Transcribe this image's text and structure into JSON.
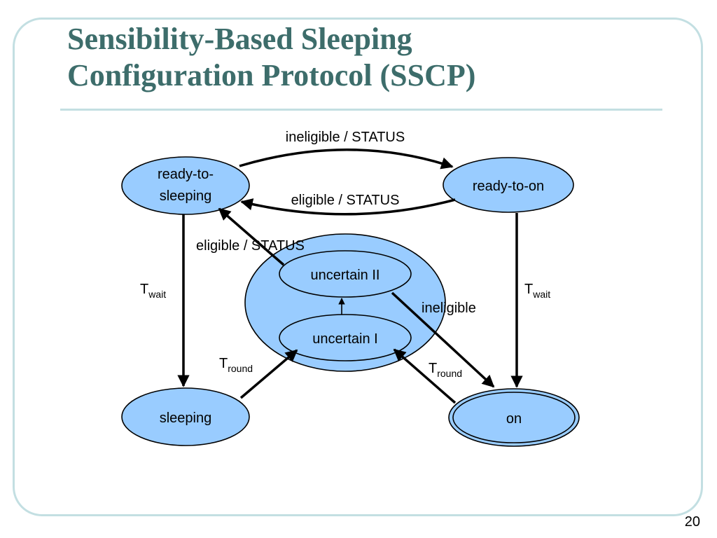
{
  "slide": {
    "title_line1": "Sensibility-Based Sleeping",
    "title_line2": "Configuration Protocol (SSCP)",
    "page_number": "20"
  },
  "states": {
    "ready_to_sleeping_line1": "ready-to-",
    "ready_to_sleeping_line2": "sleeping",
    "ready_to_on": "ready-to-on",
    "uncertain_ii": "uncertain II",
    "uncertain_i": "uncertain I",
    "sleeping": "sleeping",
    "on": "on"
  },
  "transitions": {
    "ineligible_status": "ineligible / STATUS",
    "eligible_status_top": "eligible / STATUS",
    "eligible_status_left": "eligible / STATUS",
    "ineligible": "ineligible",
    "t_wait_left_main": "T",
    "t_wait_left_sub": "wait",
    "t_wait_right_main": "T",
    "t_wait_right_sub": "wait",
    "t_round_left_main": "T",
    "t_round_left_sub": "round",
    "t_round_right_main": "T",
    "t_round_right_sub": "round"
  },
  "colors": {
    "state_fill": "#99ccff",
    "title": "#3d6d6b",
    "frame": "#c3dfe2"
  }
}
